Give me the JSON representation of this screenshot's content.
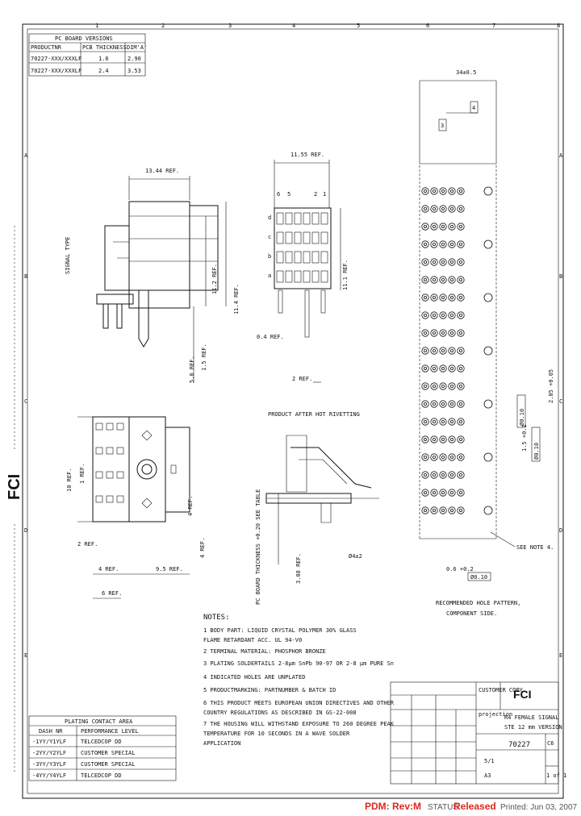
{
  "pc_board_table": {
    "title": "PC BOARD VERSIONS",
    "headers": [
      "PRODUCTNR",
      "PCB THICKNESS",
      "DIM'A'"
    ],
    "rows": [
      [
        "70227-XXX/XXXLF",
        "1.6",
        "2.90"
      ],
      [
        "70227-XXX/XXXLF",
        "2.4",
        "3.53"
      ]
    ]
  },
  "plating_table": {
    "title": "PLATING CONTACT AREA",
    "headers": [
      "DASH NR",
      "PERFORMANCE LEVEL"
    ],
    "rows": [
      [
        "-1YY/Y1YLF",
        "TELCEDCOP DD"
      ],
      [
        "-2YY/Y2YLF",
        "CUSTOMER SPECIAL"
      ],
      [
        "-3YY/Y3YLF",
        "CUSTOMER SPECIAL"
      ],
      [
        "-4YY/Y4YLF",
        "TELCEDCOP DD"
      ]
    ]
  },
  "grid_letters": [
    "A",
    "B",
    "C",
    "D",
    "E"
  ],
  "grid_numbers": [
    "1",
    "2",
    "3",
    "4",
    "5",
    "6",
    "7",
    "8"
  ],
  "dimensions": {
    "side_width": "13.44 REF.",
    "side_height": "11.2 REF.",
    "side_height2": "11.4 REF.",
    "side_lower": "1.5 REF.",
    "side_bottom": "5.8 REF.",
    "front_width": "11.55 REF.",
    "front_pin_gap": "0.4 REF.",
    "front_pitch": "2 REF.",
    "front_height": "11.1 REF.",
    "front_cols": [
      "6",
      "5",
      "2",
      "1"
    ],
    "front_rows": [
      "d",
      "c",
      "b",
      "a"
    ],
    "pattern_width": "34±0.5",
    "pattern_d1": "3",
    "pattern_d2": "4",
    "bottom_v1": "10 REF.",
    "bottom_v2": "1 REF.",
    "bottom_h1": "2 REF.",
    "bottom_h2": "4 REF.",
    "bottom_h3": "9.5 REF.",
    "bottom_h4": "6 REF.",
    "bottom_right1": "4 REF.",
    "bottom_right2": "4 REF.",
    "riv_thickness": "PC BOARD THICKNESS +0.20 SEE TABLE",
    "riv_dim": "3.08 REF.",
    "riv_hole": "Ø4±2",
    "hole_dia1": "1.5 +0.1",
    "hole_dia2": "2.05 +0.05",
    "tol_ref": "Ø0.10",
    "tol_ref2": "Ø0.10",
    "tol_bottom": "Ø0.10",
    "pos_bottom": "0.6 +0.2"
  },
  "labels": {
    "product_after": "PRODUCT AFTER HOT RIVETTING",
    "see_note": "SEE NOTE 4.",
    "rec_hole_1": "RECOMMENDED HOLE PATTERN,",
    "rec_hole_2": "COMPONENT SIDE.",
    "side_label": "SIGNAL TYPE",
    "logo": "FCI"
  },
  "notes": {
    "title": "NOTES:",
    "items": [
      "1 BODY PART: LIQUID CRYSTAL POLYMER 30% GLASS",
      "   FLAME RETARDANT ACC. UL 94-V0",
      "2 TERMINAL MATERIAL: PHOSPHOR BRONZE",
      "3 PLATING SOLDERTAILS 2-8µm SnPb 90-97 OR 2-8 µm PURE Sn",
      "4 INDICATED HOLES ARE UNPLATED",
      "5 PRODUCTMARKING: PARTNUMBER & BATCH ID",
      "6 THIS PRODUCT MEETS EUROPEAN UNION DIRECTIVES AND OTHER",
      "   COUNTRY REGULATIONS AS DESCRIBED IN GS-22-008",
      "7 THE HOUSING WILL WITHSTAND EXPOSURE TO 260 DEGREE PEAK",
      "   TEMPERATURE FOR 10 SECONDS IN A WAVE SOLDER",
      "   APPLICATION"
    ]
  },
  "title_block": {
    "customer_copy": "CUSTOMER COPY",
    "logo": "FCI",
    "title_1": "R4 FEMALE SIGNAL",
    "title_2": "STE 12 mm VERSION",
    "drawing_no": "70227",
    "code": "C6",
    "sheet": "1 of 1",
    "scale": "5/1",
    "size": "A3",
    "projection": "projection"
  },
  "footer": {
    "pdm": "PDM: Rev:M",
    "status_prefix": "STATUS:",
    "status": "Released",
    "printed": "Printed: Jun 03, 2007"
  }
}
